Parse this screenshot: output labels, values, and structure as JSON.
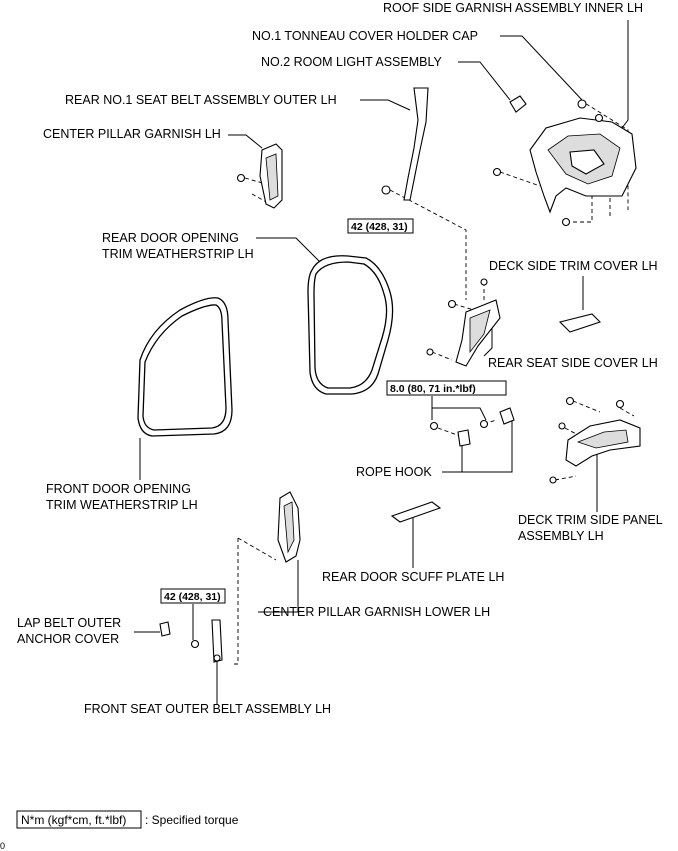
{
  "labels": {
    "roof_side_garnish": "ROOF SIDE GARNISH ASSEMBLY INNER LH",
    "tonneau_cap": "NO.1 TONNEAU COVER HOLDER CAP",
    "room_light": "NO.2 ROOM LIGHT ASSEMBLY",
    "rear_seat_belt": "REAR NO.1 SEAT BELT ASSEMBLY OUTER LH",
    "center_pillar_garnish": "CENTER PILLAR GARNISH LH",
    "rear_door_ws_1": "REAR DOOR OPENING",
    "rear_door_ws_2": "TRIM WEATHERSTRIP LH",
    "deck_side_trim": "DECK SIDE TRIM COVER LH",
    "rear_seat_side": "REAR SEAT SIDE COVER LH",
    "rope_hook": "ROPE HOOK",
    "front_door_ws_1": "FRONT DOOR OPENING",
    "front_door_ws_2": "TRIM WEATHERSTRIP LH",
    "deck_trim_panel_1": "DECK TRIM SIDE PANEL",
    "deck_trim_panel_2": "ASSEMBLY LH",
    "rear_door_scuff": "REAR DOOR SCUFF PLATE LH",
    "center_pillar_lower": "CENTER PILLAR GARNISH LOWER LH",
    "lap_belt_1": "LAP BELT OUTER",
    "lap_belt_2": "ANCHOR COVER",
    "front_seat_belt": "FRONT SEAT OUTER BELT ASSEMBLY LH"
  },
  "torques": {
    "rear_belt": "42 (428, 31)",
    "rope_hook": "8.0 (80, 71 in.*lbf)",
    "front_belt": "42 (428, 31)"
  },
  "legend": {
    "unit": "N*m (kgf*cm, ft.*lbf)",
    "text": ": Specified torque"
  },
  "corner_mark": "0"
}
